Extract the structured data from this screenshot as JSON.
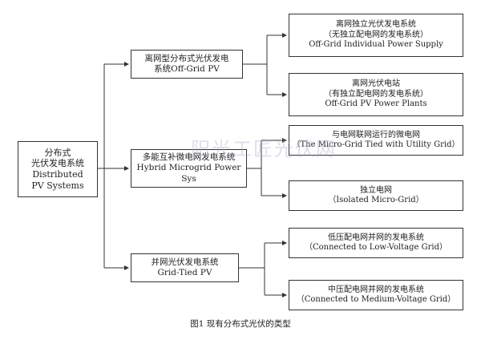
{
  "root": {
    "lines": [
      "分布式",
      "光伏发电系统",
      "Distributed",
      "PV Systems"
    ]
  },
  "categories": [
    {
      "lines": [
        "离网型分布式光伏发电",
        "系统Off-Grid PV"
      ]
    },
    {
      "lines": [
        "多能互补微电网发电系统",
        "Hybrid Microgrid Power",
        "Sys"
      ]
    },
    {
      "lines": [
        "并网光伏发电系统",
        "Grid-Tied PV"
      ]
    }
  ],
  "leaves": [
    {
      "lines": [
        "离网独立光伏发电系统",
        "（无独立配电网的发电系统）",
        "Off-Grid Individual Power Supply"
      ]
    },
    {
      "lines": [
        "离网光伏电站",
        "（有独立配电网的发电系统）",
        "Off-Grid PV Power Plants"
      ]
    },
    {
      "lines": [
        "与电网联网运行的微电网",
        "（The Micro-Grid Tied with Utility Grid）"
      ]
    },
    {
      "lines": [
        "独立电网",
        "（Isolated Micro-Grid）"
      ]
    },
    {
      "lines": [
        "低压配电网并网的发电系统",
        "（Connected to Low-Voltage Grid）"
      ]
    },
    {
      "lines": [
        "中压配电网并网的发电系统",
        "（Connected to Medium-Voltage Grid）"
      ]
    }
  ],
  "caption": "图1   现有分布式光伏的类型",
  "watermark": "阳光工匠光伏网"
}
